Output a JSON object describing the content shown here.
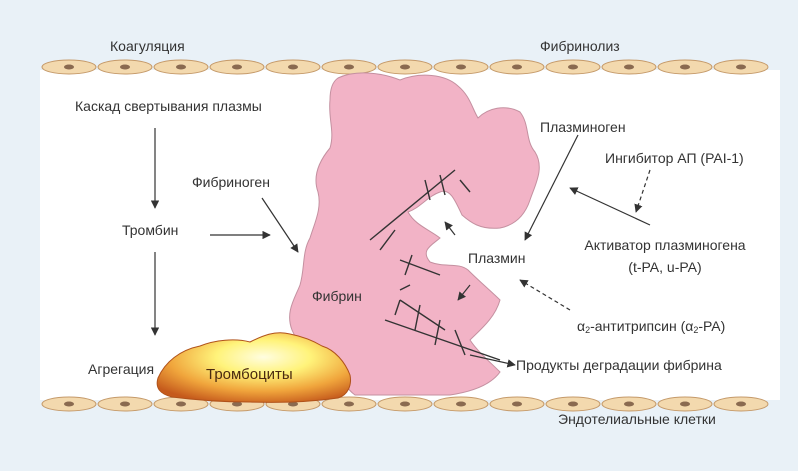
{
  "top": {
    "left_label": "Коагуляция",
    "right_label": "Фибринолиз"
  },
  "coagulation": {
    "cascade": "Каскад свертывания плазмы",
    "thrombin": "Тромбин",
    "aggregation": "Агрегация",
    "platelets": "Тромбоциты",
    "fibrinogen": "Фибриноген",
    "fibrin": "Фибрин"
  },
  "fibrinolysis": {
    "plasminogen": "Плазминоген",
    "pai": "Ингибитор АП (PAI-1)",
    "activator_line1": "Активатор плазминогена",
    "activator_line2": "(t-PA, u-PA)",
    "plasmin": "Плазмин",
    "antitrypsin_prefix": "α",
    "antitrypsin_sub1": "2",
    "antitrypsin_mid": "-антитрипсин (α",
    "antitrypsin_sub2": "2",
    "antitrypsin_suffix": "-PA)",
    "degradation": "Продукты деградации фибрина"
  },
  "bottom": {
    "endothelial": "Эндотелиальные клетки"
  },
  "colors": {
    "vessel_fill": "#ffffff",
    "cell_fill": "#f3d9ae",
    "cell_stroke": "#c59a6a",
    "cell_nucleus": "#8a6a50",
    "clot_fill": "#f2b3c6",
    "clot_stroke": "#b37d90",
    "platelet_outer": "#d8792a",
    "platelet_inner": "#fff8a0",
    "arrow": "#333333"
  }
}
